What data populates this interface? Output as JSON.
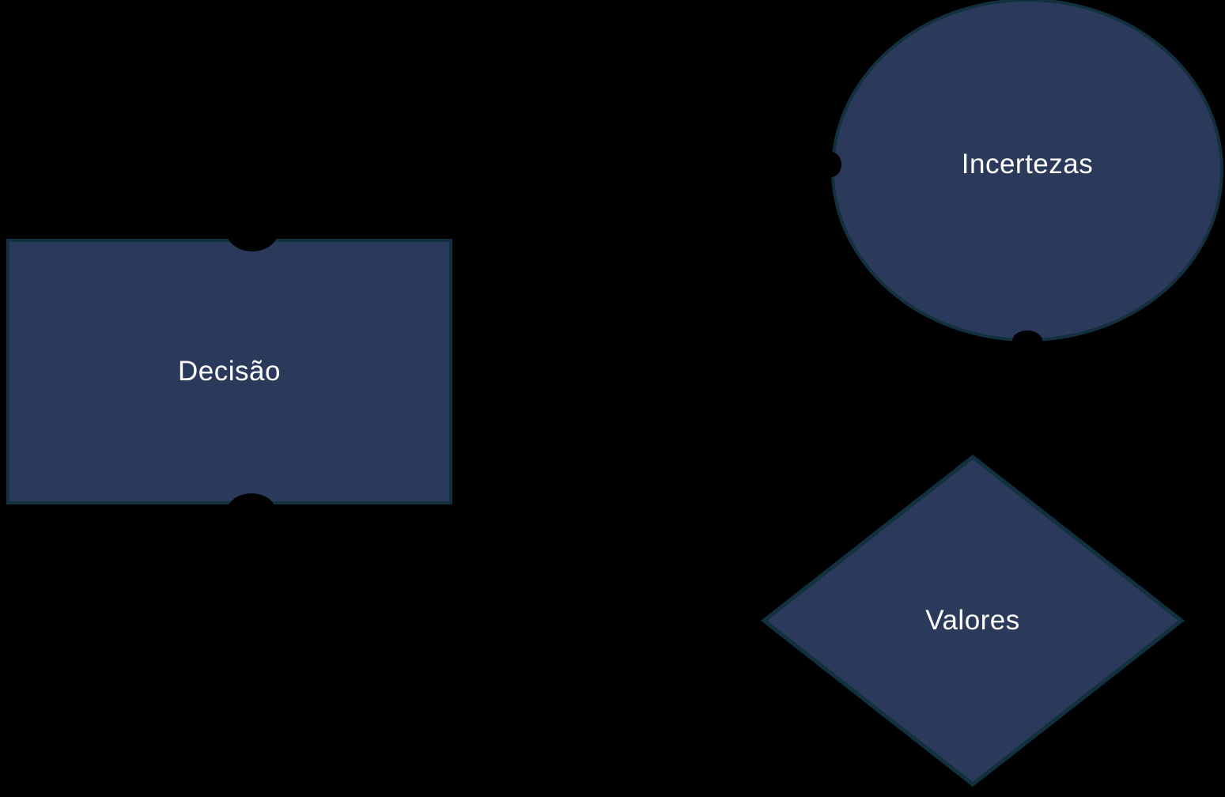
{
  "diagram": {
    "colors": {
      "background": "#000000",
      "shape_fill": "#2b3a5a",
      "shape_stroke": "#12303e",
      "text": "#ffffff"
    },
    "nodes": [
      {
        "id": "decisao",
        "shape": "rectangle",
        "label": "Decisão"
      },
      {
        "id": "incertezas",
        "shape": "ellipse",
        "label": "Incertezas"
      },
      {
        "id": "valores",
        "shape": "diamond",
        "label": "Valores"
      }
    ]
  }
}
